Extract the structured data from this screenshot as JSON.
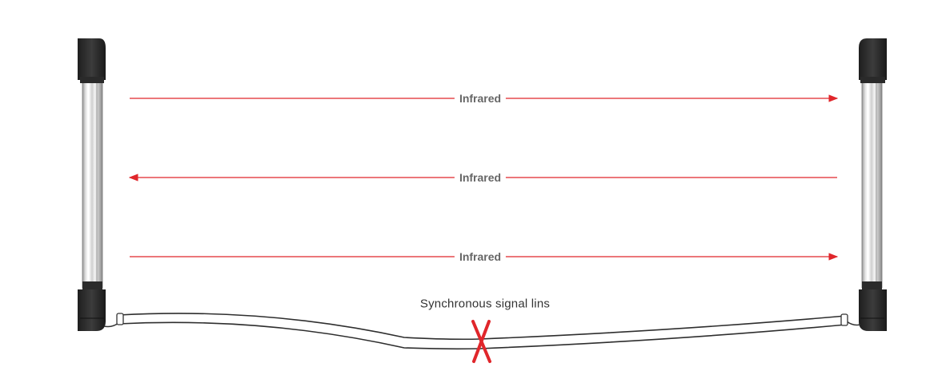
{
  "beams": [
    {
      "label": "Infrared",
      "direction": "right"
    },
    {
      "label": "Infrared",
      "direction": "left"
    },
    {
      "label": "Infrared",
      "direction": "right"
    }
  ],
  "cable": {
    "label": "Synchronous signal lins",
    "status": "cut"
  },
  "colors": {
    "beam": "#e0262b",
    "cut_mark": "#e0262b",
    "housing": "#333333",
    "label": "#666666"
  }
}
